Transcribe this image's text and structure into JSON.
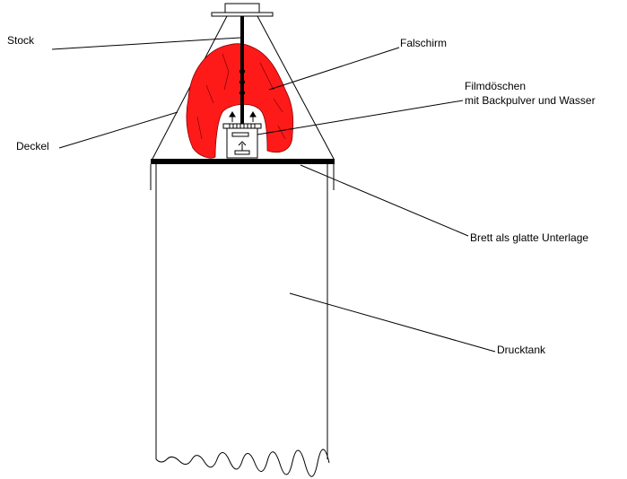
{
  "labels": {
    "stock": "Stock",
    "falschirm": "Falschirm",
    "filmdoeschen_line1": "Filmdöschen",
    "filmdoeschen_line2": "mit Backpulver und Wasser",
    "deckel": "Deckel",
    "brett": "Brett als glatte Unterlage",
    "drucktank": "Drucktank"
  },
  "colors": {
    "parachute": "#ff1a1a",
    "line": "#000000"
  }
}
